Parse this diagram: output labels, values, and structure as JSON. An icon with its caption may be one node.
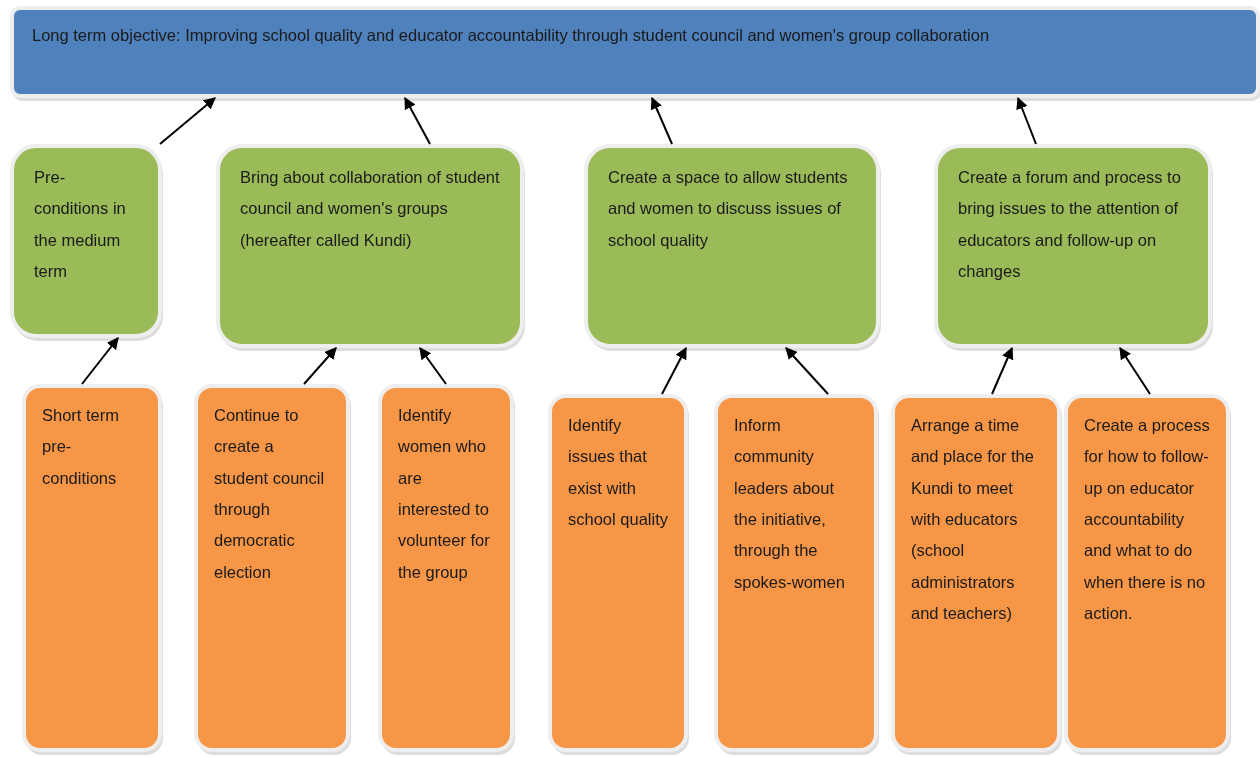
{
  "diagram": {
    "nodes": [
      {
        "text": [
          "Long term objective: Improving school quality and educator accountability through student council and women's group collaboration"
        ]
      },
      {
        "text": [
          "Pre-conditions in the medium term"
        ]
      },
      {
        "text": [
          "Bring about collaboration of student council and women's groups (hereafter called Kundi)"
        ]
      },
      {
        "text": [
          "Create a space to allow students and women to discuss issues of school quality"
        ]
      },
      {
        "text": [
          "Create a forum and process to bring issues to the attention of educators and follow-up on changes"
        ]
      },
      {
        "text": [
          "Short term pre-conditions"
        ]
      },
      {
        "text": [
          "Continue to create a student council through democratic election"
        ]
      },
      {
        "text": [
          "Identify women who are interested to volunteer for the group"
        ]
      },
      {
        "text": [
          "Identify issues that exist with school quality"
        ]
      },
      {
        "text": [
          "Inform community leaders about the initiative, through the spokes-women"
        ]
      },
      {
        "text": [
          "Arrange a time and place for the Kundi to meet with educators (school administrators and teachers)"
        ]
      },
      {
        "text": [
          "Create a process for how to follow-up on educator accountability and what to do when there is no action."
        ]
      }
    ],
    "edges": [
      {
        "from": 1,
        "to": 0,
        "arrow": "to"
      },
      {
        "from": 2,
        "to": 0,
        "arrow": "to"
      },
      {
        "from": 3,
        "to": 0,
        "arrow": "to"
      },
      {
        "from": 4,
        "to": 0,
        "arrow": "to"
      },
      {
        "from": 5,
        "to": 1,
        "arrow": "to"
      },
      {
        "from": 6,
        "to": 2,
        "arrow": "to"
      },
      {
        "from": 7,
        "to": 2,
        "arrow": "to"
      },
      {
        "from": 8,
        "to": 3,
        "arrow": "to"
      },
      {
        "from": 9,
        "to": 3,
        "arrow": "to"
      },
      {
        "from": 10,
        "to": 4,
        "arrow": "to"
      },
      {
        "from": 11,
        "to": 4,
        "arrow": "to"
      }
    ]
  }
}
